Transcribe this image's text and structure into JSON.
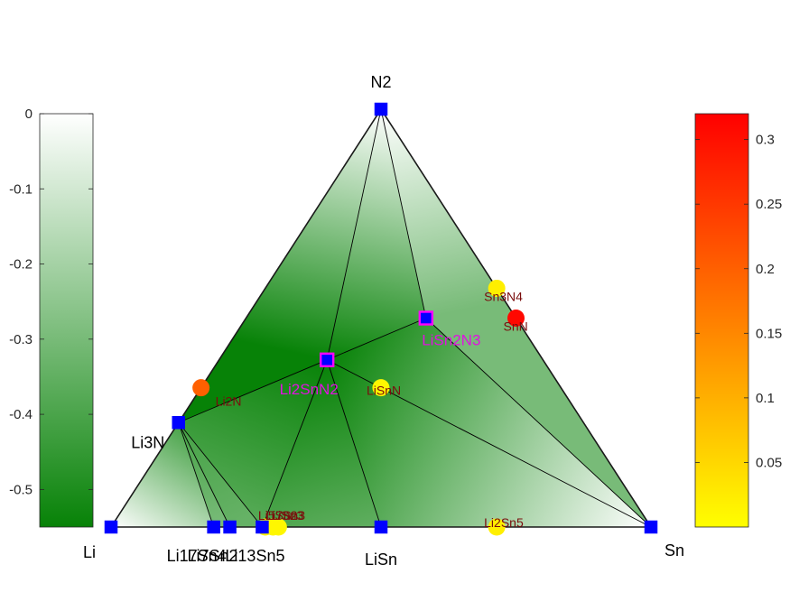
{
  "chart_data": {
    "type": "ternary_phase_diagram",
    "vertices": {
      "left": "Li",
      "right": "Sn",
      "top": "N2"
    },
    "formation_energy_colorbar": {
      "min": -0.55,
      "max": 0,
      "ticks": [
        "0",
        "-0.1",
        "-0.2",
        "-0.3",
        "-0.4",
        "-0.5"
      ],
      "tick_values": [
        0,
        -0.1,
        -0.2,
        -0.3,
        -0.4,
        -0.5
      ],
      "color_low": "#078207",
      "color_high": "#ffffff"
    },
    "hull_distance_colorbar": {
      "min": 0,
      "max": 0.32,
      "ticks": [
        "0.3",
        "0.25",
        "0.2",
        "0.15",
        "0.1",
        "0.05"
      ],
      "tick_values": [
        0.3,
        0.25,
        0.2,
        0.15,
        0.1,
        0.05
      ],
      "color_low": "#ffff00",
      "color_high": "#ff0000"
    },
    "stable_phases": [
      {
        "label": "Li",
        "Li": 1,
        "Sn": 0,
        "N": 0,
        "energy": 0
      },
      {
        "label": "Sn",
        "Li": 0,
        "Sn": 1,
        "N": 0,
        "energy": 0
      },
      {
        "label": "N2",
        "Li": 0,
        "Sn": 0,
        "N": 1,
        "energy": 0
      },
      {
        "label": "Li3N",
        "Li": 0.75,
        "Sn": 0,
        "N": 0.25,
        "energy": -0.41
      },
      {
        "label": "Li17Sn4",
        "Li": 0.81,
        "Sn": 0.19,
        "N": 0,
        "energy": -0.3
      },
      {
        "label": "Li7Sn2",
        "Li": 0.78,
        "Sn": 0.22,
        "N": 0,
        "energy": -0.34
      },
      {
        "label": "Li13Sn5",
        "Li": 0.72,
        "Sn": 0.28,
        "N": 0,
        "energy": -0.37
      },
      {
        "label": "LiSn",
        "Li": 0.5,
        "Sn": 0.5,
        "N": 0,
        "energy": -0.35
      },
      {
        "label": "Li2SnN2",
        "Li": 0.4,
        "Sn": 0.2,
        "N": 0.4,
        "energy": -0.55,
        "new": true
      },
      {
        "label": "LiSn2N3",
        "Li": 0.1667,
        "Sn": 0.3333,
        "N": 0.5,
        "energy": -0.3,
        "new": true
      }
    ],
    "stable_phase_display_labels": [
      "Li",
      "Sn",
      "N2",
      "Li3N",
      "Li17Sn4",
      "Li7Sn2",
      "Li13Sn5",
      "LiSn",
      "Li2SnN2",
      "LiSn2N3"
    ],
    "tie_lines": [
      [
        "Li",
        "Li3N"
      ],
      [
        "Li3N",
        "N2"
      ],
      [
        "Li",
        "Sn"
      ],
      [
        "Sn",
        "N2"
      ],
      [
        "Li3N",
        "Li2SnN2"
      ],
      [
        "Li2SnN2",
        "LiSn2N3"
      ],
      [
        "Li2SnN2",
        "N2"
      ],
      [
        "LiSn2N3",
        "N2"
      ],
      [
        "LiSn2N3",
        "Sn"
      ],
      [
        "Li2SnN2",
        "Sn"
      ],
      [
        "Li2SnN2",
        "LiSn"
      ],
      [
        "Li2SnN2",
        "Li13Sn5"
      ],
      [
        "Li3N",
        "Li13Sn5"
      ],
      [
        "Li3N",
        "Li7Sn2"
      ],
      [
        "Li3N",
        "Li17Sn4"
      ]
    ],
    "unstable_phases": [
      {
        "label": "Li2N",
        "Li": 0.6667,
        "Sn": 0,
        "N": 0.3333,
        "e_above_hull": 0.2
      },
      {
        "label": "Sn3N4",
        "Li": 0,
        "Sn": 0.4286,
        "N": 0.5714,
        "e_above_hull": 0.02
      },
      {
        "label": "SnN",
        "Li": 0,
        "Sn": 0.5,
        "N": 0.5,
        "e_above_hull": 0.31
      },
      {
        "label": "LiSnN",
        "Li": 0.3333,
        "Sn": 0.3333,
        "N": 0.3333,
        "e_above_hull": 0.01
      },
      {
        "label": "Li2Sn5",
        "Li": 0.2857,
        "Sn": 0.7143,
        "N": 0,
        "e_above_hull": 0.02
      },
      {
        "label": "Li5Sn2",
        "Li": 0.7143,
        "Sn": 0.2857,
        "N": 0,
        "e_above_hull": 0.01
      },
      {
        "label": "Li7Sn3",
        "Li": 0.7,
        "Sn": 0.3,
        "N": 0,
        "e_above_hull": 0.01
      },
      {
        "label": "LiSn3",
        "Li": 0.69,
        "Sn": 0.31,
        "N": 0,
        "e_above_hull": 0.01
      }
    ],
    "unstable_phase_display_labels": [
      "Li2N",
      "Sn3N4",
      "SnN",
      "LiSnN",
      "Li2Sn5",
      "Li5Sn2",
      "Li7Sn3",
      "LiSn3"
    ],
    "colors": {
      "stable_marker": "#0000ff",
      "new_phase_outline": "#ff00ff",
      "hull_edge": "#1a1a1a",
      "tie_line": "#000000"
    }
  }
}
